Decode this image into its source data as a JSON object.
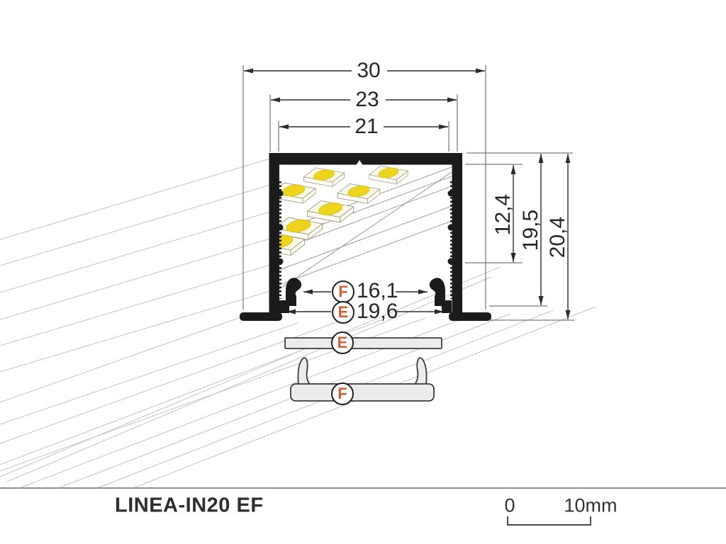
{
  "colors": {
    "profile_black": "#1b1b1b",
    "accent_orange": "#d95b30",
    "led_yellow": "#efd41e",
    "led_module_cream": "#fcf9e6",
    "diffuser_gray": "#ececec",
    "dimension_line": "#2b2b2b",
    "ray_gray": "#c3c3c3",
    "text_dark": "#262626"
  },
  "dims": {
    "width_outer": "30",
    "width_body": "23",
    "width_inner": "21",
    "depth_inner": "12,4",
    "height_body": "19,5",
    "height_total": "20,4",
    "slot_f_width": "16,1",
    "slot_e_width": "19,6"
  },
  "refs": {
    "f": "F",
    "e": "E"
  },
  "accessories": {
    "plate_ref": "E",
    "cover_ref": "F"
  },
  "footer": {
    "product": "LINEA-IN20 EF",
    "scale_start": "0",
    "scale_end": "10mm"
  }
}
